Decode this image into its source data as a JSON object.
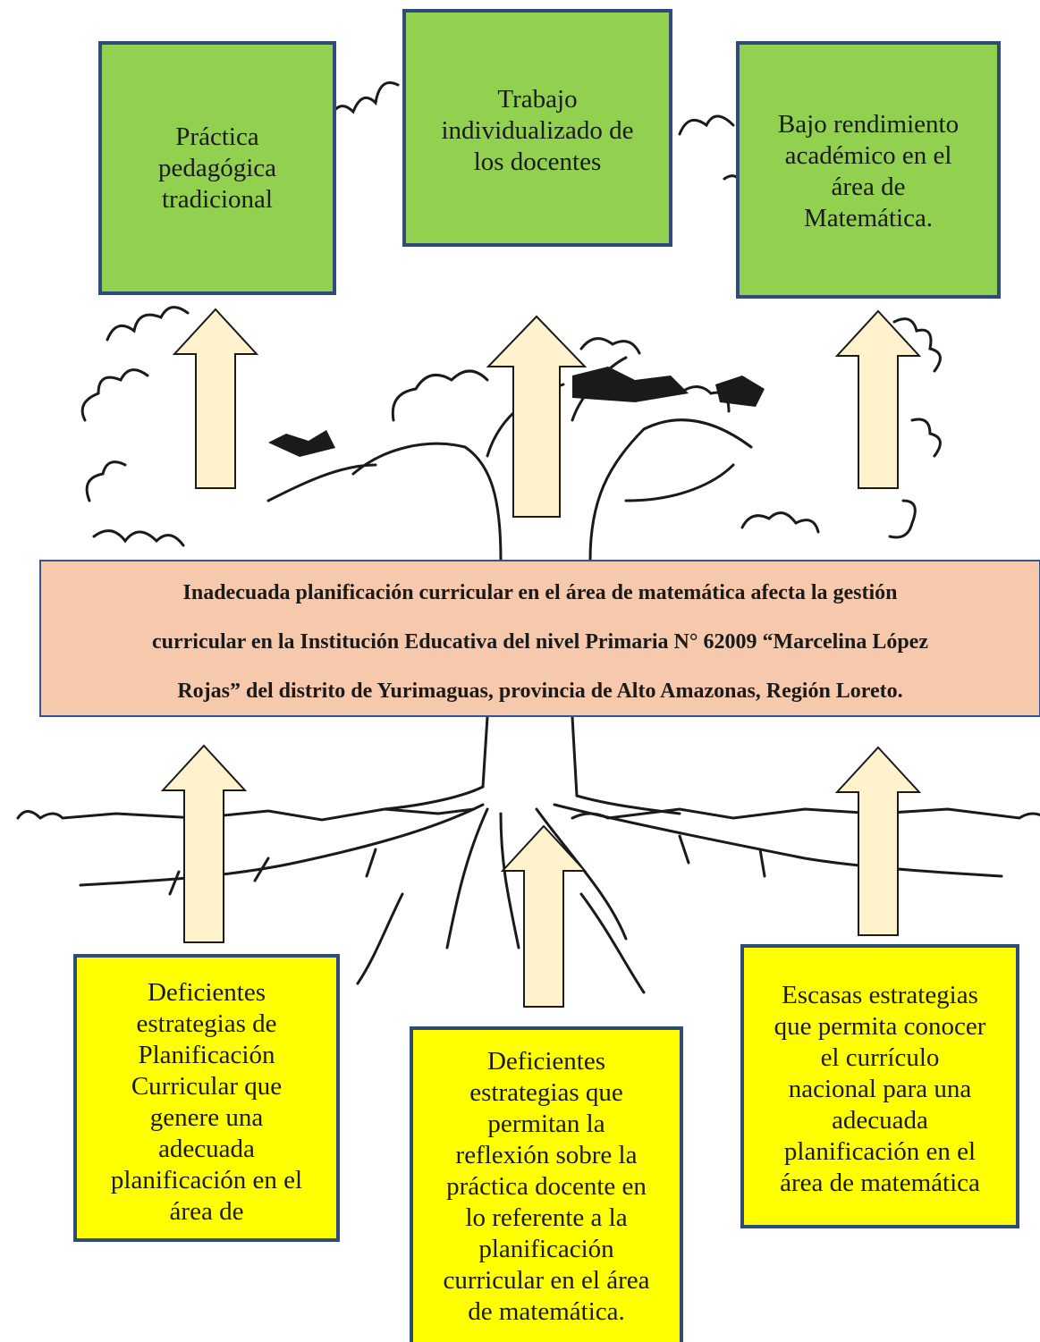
{
  "effects": [
    {
      "lines": [
        "Práctica",
        "pedagógica",
        "tradicional"
      ]
    },
    {
      "lines": [
        "Trabajo",
        "individualizado de",
        "los docentes"
      ]
    },
    {
      "lines": [
        "Bajo rendimiento",
        "académico en el",
        "área de",
        "Matemática."
      ]
    }
  ],
  "problem": {
    "lines": [
      "Inadecuada planificación curricular en el área de matemática afecta la gestión",
      "curricular en la Institución Educativa del nivel Primaria N° 62009 “Marcelina López",
      "Rojas” del distrito de Yurimaguas, provincia de Alto Amazonas, Región Loreto."
    ]
  },
  "causes": [
    {
      "lines": [
        "Deficientes",
        "estrategias de",
        "Planificación",
        "Curricular que",
        "genere una",
        "adecuada",
        "planificación en el",
        "área de"
      ]
    },
    {
      "lines": [
        "Deficientes",
        "estrategias que",
        "permitan la",
        "reflexión sobre la",
        "práctica docente en",
        "lo referente a la",
        "planificación",
        "curricular en el área",
        "de matemática."
      ]
    },
    {
      "lines": [
        "Escasas estrategias",
        "que permita conocer",
        "el currículo",
        "nacional para una",
        "adecuada",
        "planificación en el",
        "área de matemática"
      ]
    }
  ],
  "colors": {
    "effect_fill": "#92d050",
    "cause_fill": "#ffff00",
    "problem_fill": "#f7c9ac",
    "box_border": "#2f4b7c",
    "arrow_fill": "#fff2cc"
  }
}
